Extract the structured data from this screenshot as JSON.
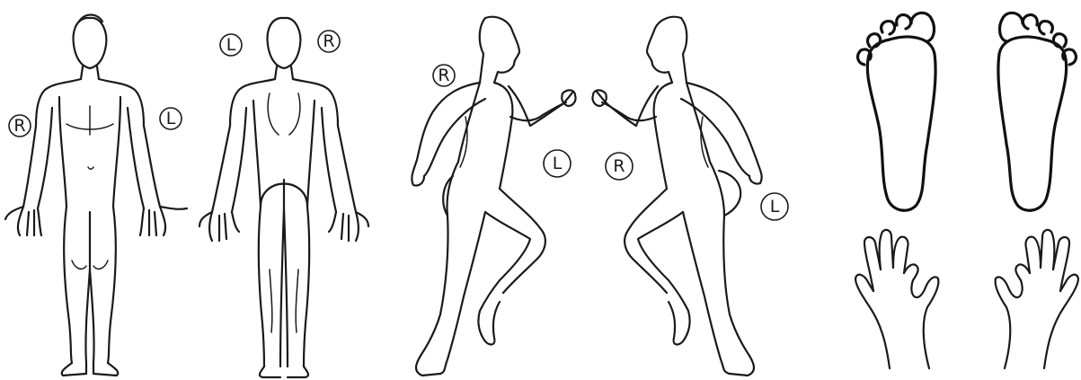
{
  "diagram": {
    "views": [
      {
        "id": "front",
        "markers": [
          {
            "label": "R"
          },
          {
            "label": "L"
          }
        ]
      },
      {
        "id": "back",
        "markers": [
          {
            "label": "L"
          },
          {
            "label": "R"
          }
        ]
      },
      {
        "id": "right-side",
        "markers": [
          {
            "label": "R"
          },
          {
            "label": "L"
          }
        ]
      },
      {
        "id": "left-side",
        "markers": [
          {
            "label": "R"
          },
          {
            "label": "L"
          }
        ]
      }
    ],
    "extras": [
      "feet-soles",
      "hands-palms"
    ]
  },
  "colors": {
    "ink": "#1a1a1a",
    "background": "#ffffff"
  }
}
